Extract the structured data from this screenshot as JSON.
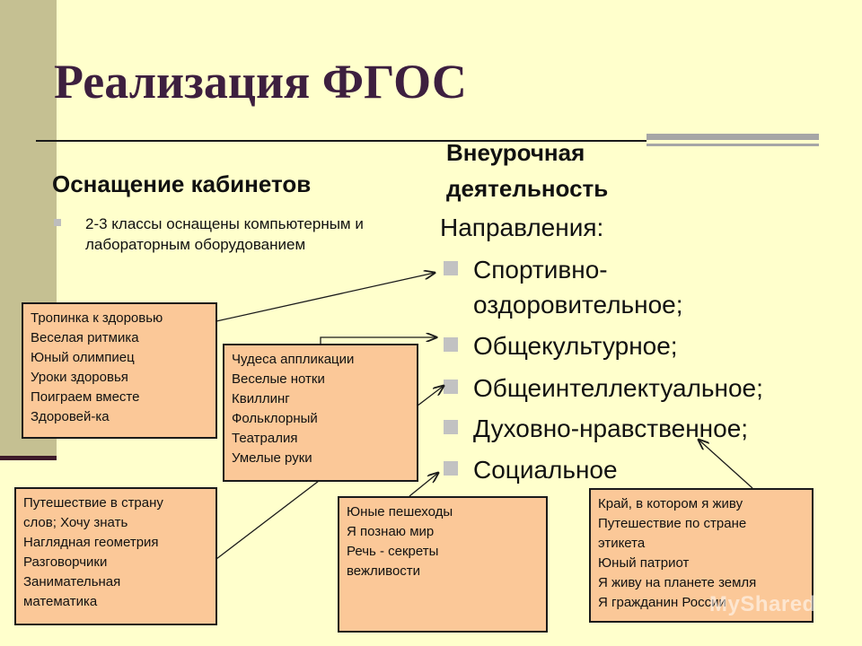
{
  "title": "Реализация ФГОС",
  "left": {
    "heading": "Оснащение кабинетов",
    "bullet": "2-3 классы оснащены компьютерным и лабораторным оборудованием"
  },
  "right": {
    "heading": "Внеурочная деятельность",
    "directions_label": "Направления:",
    "directions": [
      "Спортивно-",
      "оздоровительное;",
      "Общекультурное;",
      "Общеинтеллектуальное;",
      "Духовно-нравственное;",
      "Социальное"
    ]
  },
  "boxes": {
    "health": [
      "Тропинка к здоровью",
      "Веселая ритмика",
      "Юный олимпиец",
      "Уроки здоровья",
      "Поиграем вместе",
      "Здоровей-ка"
    ],
    "culture": [
      "Чудеса аппликации",
      "Веселые нотки",
      "Квиллинг",
      "Фольклорный",
      "Театралия",
      "Умелые руки"
    ],
    "intellect": [
      "Путешествие в страну",
      "слов; Хочу знать",
      "Наглядная геометрия",
      "Разговорчики",
      "Занимательная",
      "математика"
    ],
    "social": [
      "Юные пешеходы",
      "Я познаю мир",
      "Речь - секреты",
      "вежливости"
    ],
    "spiritual": [
      "Край, в котором я живу",
      "Путешествие по стране",
      "этикета",
      "Юный патриот",
      "Я живу на планете земля",
      "Я гражданин России"
    ]
  },
  "watermark": "MyShared",
  "colors": {
    "background": "#ffffcc",
    "box_fill": "#fbc898",
    "title": "#3d1f3f",
    "side_bar": "#c5c092"
  }
}
